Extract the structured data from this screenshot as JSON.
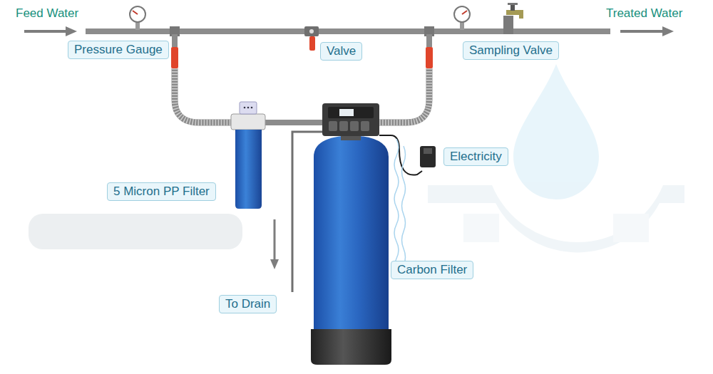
{
  "diagram": {
    "nodes": [
      {
        "text": [
          "Pressure Gauge"
        ]
      },
      {
        "text": [
          "Valve"
        ]
      },
      {
        "text": [
          "Sampling Valve"
        ]
      },
      {
        "text": [
          "Electricity"
        ]
      },
      {
        "text": [
          "5 Micron PP Filter"
        ]
      },
      {
        "text": [
          "Carbon Filter"
        ]
      },
      {
        "text": [
          "To Drain"
        ]
      }
    ],
    "labels": [
      "Feed Water",
      "Treated Water"
    ]
  }
}
